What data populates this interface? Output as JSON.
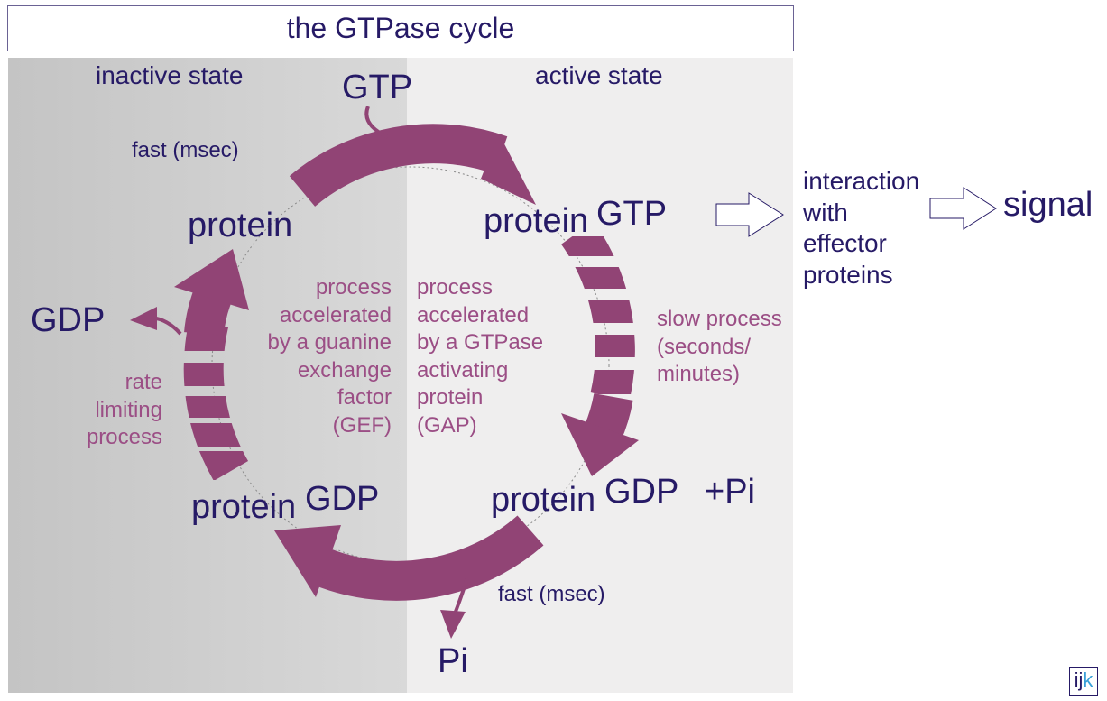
{
  "title": "the GTPase cycle",
  "states": {
    "inactive": "inactive state",
    "active": "active state"
  },
  "molecules": {
    "gtp_in": "GTP",
    "gdp_out": "GDP",
    "pi_out": "Pi",
    "protein_free": "protein",
    "protein_gtp_protein": "protein",
    "protein_gtp_nucleotide": "GTP",
    "protein_gdp_right_protein": "protein",
    "protein_gdp_right_nucleotide": "GDP",
    "plus_pi": "+Pi",
    "protein_gdp_left_protein": "protein",
    "protein_gdp_left_nucleotide": "GDP"
  },
  "rates": {
    "fast_top": "fast (msec)",
    "fast_bottom": "fast (msec)",
    "slow": [
      "slow process",
      "(seconds/",
      "minutes)"
    ],
    "rate_limiting": [
      "rate",
      "limiting",
      "process"
    ]
  },
  "processes": {
    "gef": [
      "process",
      "accelerated",
      "by a guanine",
      "exchange",
      "factor",
      "(GEF)"
    ],
    "gap": [
      "process",
      "accelerated",
      "by a GTPase",
      "activating",
      "protein",
      "(GAP)"
    ]
  },
  "effector": {
    "lines": [
      "interaction",
      "with",
      "effector",
      "proteins"
    ],
    "signal": "signal"
  },
  "logo": {
    "i": "ij",
    "k": "k"
  },
  "colors": {
    "navy": "#261a66",
    "plum": "#914475",
    "inactive_bg": "#cfcfcf",
    "active_bg": "#efeeee"
  }
}
